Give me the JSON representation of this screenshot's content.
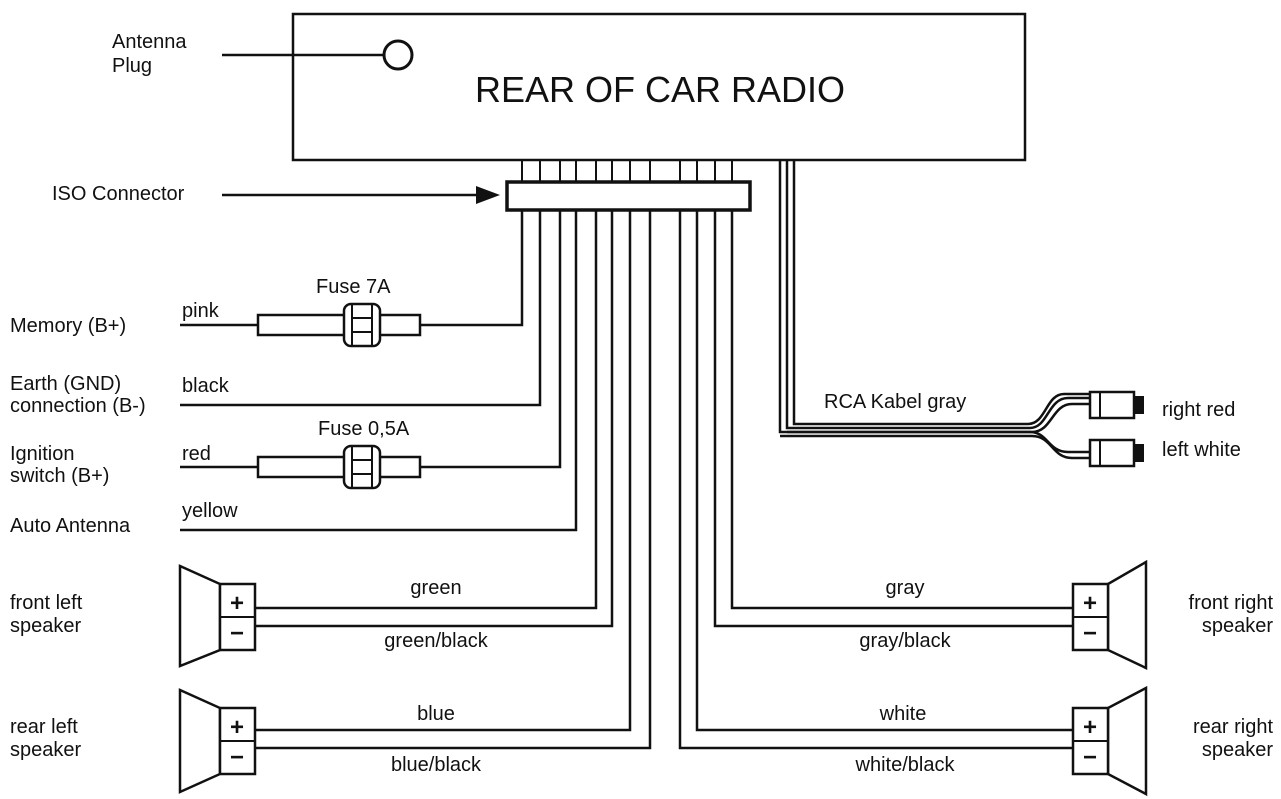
{
  "radio": {
    "title": "REAR OF CAR RADIO"
  },
  "antenna": {
    "line1": "Antenna",
    "line2": "Plug"
  },
  "iso": {
    "label": "ISO Connector"
  },
  "fuses": {
    "fuse7": "Fuse 7A",
    "fuse05": "Fuse 0,5A"
  },
  "left_wires": {
    "memory": {
      "name": "Memory (B+)",
      "color": "pink"
    },
    "earth": {
      "line1": "Earth (GND)",
      "line2": "connection (B-)",
      "color": "black"
    },
    "ignition": {
      "line1": "Ignition",
      "line2": "switch (B+)",
      "color": "red"
    },
    "auto_antenna": {
      "name": "Auto Antenna",
      "color": "yellow"
    }
  },
  "rca": {
    "label": "RCA Kabel gray",
    "right": "right red",
    "left": "left white"
  },
  "speakers": {
    "front_left": {
      "line1": "front left",
      "line2": "speaker",
      "plus": "green",
      "minus": "green/black"
    },
    "rear_left": {
      "line1": "rear left",
      "line2": "speaker",
      "plus": "blue",
      "minus": "blue/black"
    },
    "front_right": {
      "line1": "front right",
      "line2": "speaker",
      "plus": "gray",
      "minus": "gray/black"
    },
    "rear_right": {
      "line1": "rear right",
      "line2": "speaker",
      "plus": "white",
      "minus": "white/black"
    },
    "plus_sign": "+",
    "minus_sign": "−"
  }
}
